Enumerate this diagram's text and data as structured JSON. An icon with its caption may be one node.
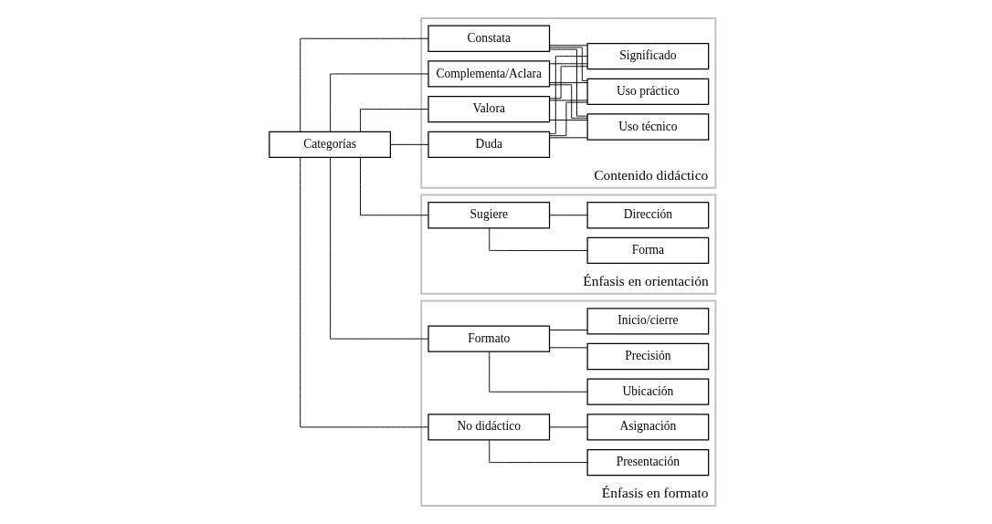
{
  "diagram": {
    "nodes": [
      {
        "text": [
          "Categorías"
        ]
      },
      {
        "text": [
          "Contenido didáctico"
        ]
      },
      {
        "text": [
          "Constata"
        ],
        "in": 1
      },
      {
        "text": [
          "Complementa/Aclara"
        ],
        "in": 1
      },
      {
        "text": [
          "Valora"
        ],
        "in": 1
      },
      {
        "text": [
          "Duda"
        ],
        "in": 1
      },
      {
        "text": [
          "Significado"
        ],
        "in": 1
      },
      {
        "text": [
          "Uso técnico"
        ],
        "in": 1
      },
      {
        "text": [
          "Uso práctico"
        ],
        "in": 1
      },
      {
        "text": [
          "Énfasis en orientación"
        ]
      },
      {
        "text": [
          "Sugiere"
        ],
        "in": 9
      },
      {
        "text": [
          "Forma"
        ],
        "in": 9
      },
      {
        "text": [
          "Dirección"
        ],
        "in": 9
      },
      {
        "text": [
          "Énfasis en formato"
        ]
      },
      {
        "text": [
          "Formato"
        ],
        "in": 13
      },
      {
        "text": [
          "No didáctico"
        ],
        "in": 13
      },
      {
        "text": [
          "Inicio/cierre"
        ],
        "in": 13
      },
      {
        "text": [
          "Ubicación"
        ],
        "in": 13
      },
      {
        "text": [
          "Precisión"
        ],
        "in": 13
      },
      {
        "text": [
          "Asignación"
        ],
        "in": 13
      },
      {
        "text": [
          "Presentación"
        ],
        "in": 13
      }
    ],
    "edges": [
      {
        "from": 0,
        "to": 2,
        "arrow": "none"
      },
      {
        "from": 0,
        "to": 3,
        "arrow": "none"
      },
      {
        "from": 0,
        "to": 4,
        "arrow": "none"
      },
      {
        "from": 0,
        "to": 5,
        "arrow": "none"
      },
      {
        "from": 0,
        "to": 10,
        "arrow": "none"
      },
      {
        "from": 0,
        "to": 14,
        "arrow": "none"
      },
      {
        "from": 0,
        "to": 15,
        "arrow": "none"
      },
      {
        "from": 2,
        "to": 6,
        "arrow": "none"
      },
      {
        "from": 2,
        "to": 7,
        "arrow": "none"
      },
      {
        "from": 2,
        "to": 8,
        "arrow": "none"
      },
      {
        "from": 3,
        "to": 6,
        "arrow": "none"
      },
      {
        "from": 3,
        "to": 7,
        "arrow": "none"
      },
      {
        "from": 3,
        "to": 8,
        "arrow": "none"
      },
      {
        "from": 4,
        "to": 6,
        "arrow": "none"
      },
      {
        "from": 4,
        "to": 7,
        "arrow": "none"
      },
      {
        "from": 4,
        "to": 8,
        "arrow": "none"
      },
      {
        "from": 5,
        "to": 6,
        "arrow": "none"
      },
      {
        "from": 5,
        "to": 7,
        "arrow": "none"
      },
      {
        "from": 5,
        "to": 8,
        "arrow": "none"
      },
      {
        "from": 10,
        "to": 11,
        "arrow": "none"
      },
      {
        "from": 10,
        "to": 12,
        "arrow": "none"
      },
      {
        "from": 14,
        "to": 16,
        "arrow": "none"
      },
      {
        "from": 14,
        "to": 17,
        "arrow": "none"
      },
      {
        "from": 14,
        "to": 18,
        "arrow": "none"
      },
      {
        "from": 15,
        "to": 19,
        "arrow": "none"
      },
      {
        "from": 15,
        "to": 20,
        "arrow": "none"
      }
    ]
  }
}
